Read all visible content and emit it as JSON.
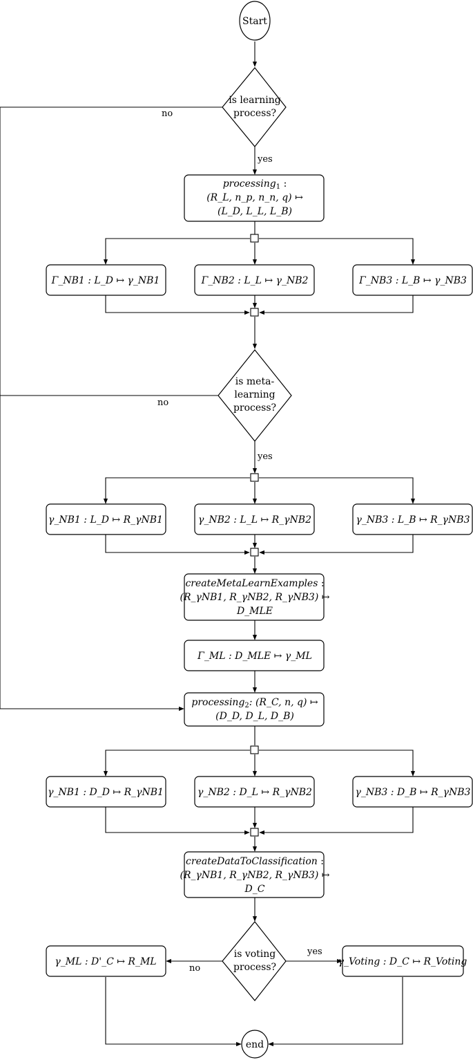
{
  "nodes": {
    "start": {
      "label": "Start"
    },
    "is_learning": {
      "lines": [
        "is learning",
        "process?"
      ]
    },
    "processing1": {
      "name": "processing",
      "idx": "1",
      "lines": [
        "(R_L, n_p, n_n, q) ↦",
        "(L_D, L_L, L_B)"
      ]
    },
    "train_nb1": {
      "label": "Γ_NB1 : L_D ↦ γ_NB1"
    },
    "train_nb2": {
      "label": "Γ_NB2 : L_L ↦ γ_NB2"
    },
    "train_nb3": {
      "label": "Γ_NB3 : L_B ↦ γ_NB3"
    },
    "is_meta": {
      "lines": [
        "is meta-",
        "learning",
        "process?"
      ]
    },
    "apply_nb1": {
      "label": "γ_NB1 : L_D ↦ R_γNB1"
    },
    "apply_nb2": {
      "label": "γ_NB2 : L_L ↦ R_γNB2"
    },
    "apply_nb3": {
      "label": "γ_NB3 : L_B ↦ R_γNB3"
    },
    "create_meta": {
      "name": "createMetaLearnExamples",
      "lines": [
        "(R_γNB1, R_γNB2, R_γNB3) ↦",
        "D_MLE"
      ]
    },
    "train_ml": {
      "label": "Γ_ML : D_MLE ↦ γ_ML"
    },
    "processing2": {
      "name": "processing",
      "idx": "2",
      "line1": ": (R_C, n, q) ↦",
      "line2": "(D_D, D_L, D_B)"
    },
    "classify_nb1": {
      "label": "γ_NB1 : D_D ↦ R_γNB1"
    },
    "classify_nb2": {
      "label": "γ_NB2 : D_L ↦ R_γNB2"
    },
    "classify_nb3": {
      "label": "γ_NB3 : D_B ↦ R_γNB3"
    },
    "create_data": {
      "name": "createDataToClassification",
      "lines": [
        "(R_γNB1, R_γNB2, R_γNB3) ↦",
        "D_C"
      ]
    },
    "is_voting": {
      "lines": [
        "is voting",
        "process?"
      ]
    },
    "ml_classify": {
      "label": "γ_ML : D'_C ↦ R_ML"
    },
    "voting": {
      "label": "γ_Voting : D_C ↦ R_Voting"
    },
    "end": {
      "label": "end"
    }
  },
  "edge_labels": {
    "learning_yes": "yes",
    "learning_no": "no",
    "meta_yes": "yes",
    "meta_no": "no",
    "voting_yes": "yes",
    "voting_no": "no"
  }
}
